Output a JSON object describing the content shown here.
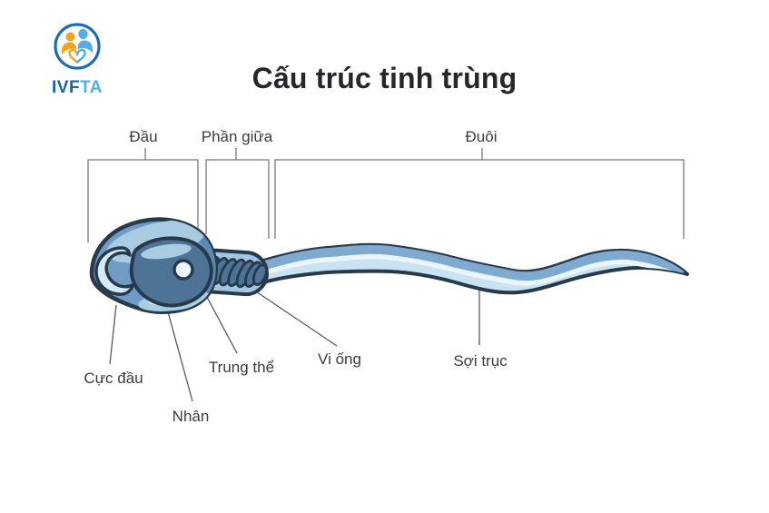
{
  "page": {
    "background": "#ffffff"
  },
  "logo": {
    "brand_primary": "IVF",
    "brand_secondary": "TA",
    "colors": {
      "primary_blue": "#1565AE",
      "light_blue": "#52AEE4",
      "orange": "#F6A31C"
    }
  },
  "title": {
    "text": "Cấu trúc tinh trùng",
    "color": "#26262B"
  },
  "diagram": {
    "line_color": "#5A5B5E",
    "palette": {
      "outline": "#273A4C",
      "head_fill": "#6E9CC4",
      "highlight": "#A9CCE3",
      "acrosome_fill": "#D6EAF6",
      "nucleus_fill": "#4D7396",
      "white_dot": "#EDF6FB",
      "midpiece_fill": "#A3C6E0",
      "coil_fill": "#4D7396",
      "tail_fill": "#C9E3F3",
      "tail_shade": "#7FA9CE",
      "tail_highlight": "#EAF6FC"
    },
    "section_labels": [
      {
        "id": "dau",
        "text": "Đầu"
      },
      {
        "id": "phan-giua",
        "text": "Phần giữa"
      },
      {
        "id": "duoi",
        "text": "Đuôi"
      }
    ],
    "part_labels": [
      {
        "id": "cuc-dau",
        "text": "Cực đầu"
      },
      {
        "id": "nhan",
        "text": "Nhân"
      },
      {
        "id": "trung-the",
        "text": "Trung thể"
      },
      {
        "id": "vi-ong",
        "text": "Vi ống"
      },
      {
        "id": "soi-truc",
        "text": "Sợi trục"
      }
    ]
  }
}
